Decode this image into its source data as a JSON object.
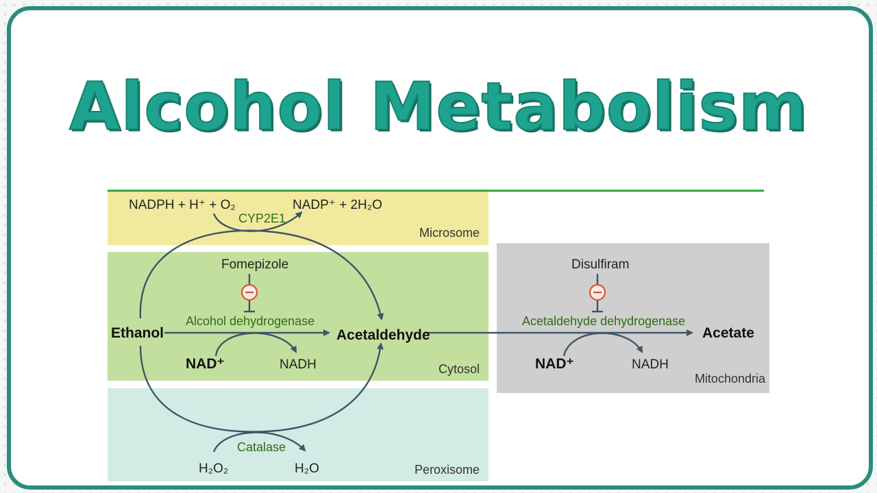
{
  "title": "Alcohol Metabolism",
  "colors": {
    "accent": "#1ea38e",
    "border": "#2b8b7e",
    "microsome": "#f1ea9e",
    "cytosol": "#c3df9e",
    "peroxisome": "#d2ebe5",
    "mitochondria": "#cfcfcf",
    "enzyme_text": "#2f6d16",
    "inhibitor": "#d9533b"
  },
  "regions": {
    "microsome": "Microsome",
    "cytosol": "Cytosol",
    "peroxisome": "Peroxisome",
    "mitochondria": "Mitochondria"
  },
  "molecules": {
    "ethanol": "Ethanol",
    "acetaldehyde": "Acetaldehyde",
    "acetate": "Acetate"
  },
  "microsome": {
    "reactant": "NADPH + H⁺ + O₂",
    "product": "NADP⁺ + 2H₂O",
    "enzyme": "CYP2E1"
  },
  "cytosol": {
    "inhibitor": "Fomepizole",
    "enzyme": "Alcohol dehydrogenase",
    "cofactor_in": "NAD⁺",
    "cofactor_out": "NADH"
  },
  "peroxisome": {
    "reactant": "H₂O₂",
    "product": "H₂O",
    "enzyme": "Catalase"
  },
  "mitochondria": {
    "inhibitor": "Disulfiram",
    "enzyme": "Acetaldehyde dehydrogenase",
    "cofactor_in": "NAD⁺",
    "cofactor_out": "NADH"
  },
  "icons": {
    "inhibit": "minus-circle-icon"
  }
}
